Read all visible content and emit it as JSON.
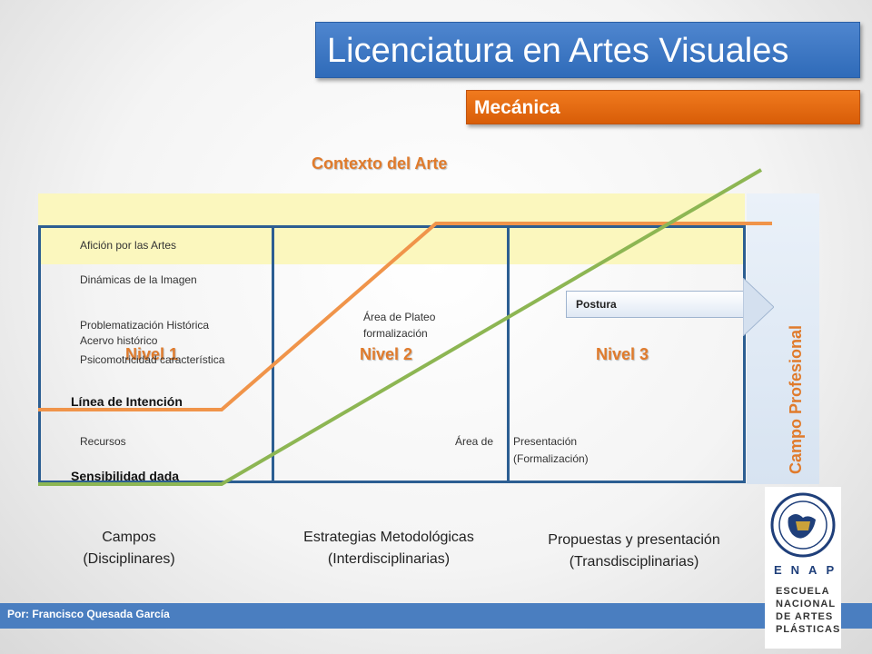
{
  "header": {
    "title": "Licenciatura en Artes Visuales",
    "subtitle": "Mecánica"
  },
  "diagram": {
    "context_title": "Contexto del Arte",
    "side_label": "Campo Profesional",
    "level_labels": [
      "Nivel 1",
      "Nivel 2",
      "Nivel 3"
    ],
    "items_left": [
      "Afición por las Artes",
      "Dinámicas de la Imagen",
      "Problematización Histórica",
      "Acervo histórico",
      "Psicomotricidad característica",
      "Recursos"
    ],
    "line_labels": {
      "intencion": "Línea de Intención",
      "sensibilidad": "Sensibilidad dada"
    },
    "plateo_lines": [
      "Área de Plateo",
      "formalización"
    ],
    "presentacion": {
      "prefix": "Área de",
      "line1": "Presentación",
      "line2": "(Formalización)"
    },
    "postura": "Postura",
    "columns": [
      {
        "line1": "Campos",
        "line2": "(Disciplinares)"
      },
      {
        "line1": "Estrategias Metodológicas",
        "line2": "(Interdisciplinarias)"
      },
      {
        "line1": "Propuestas y presentación",
        "line2": "(Transdisciplinarias)"
      }
    ],
    "colors": {
      "orange_line": "#f0944a",
      "green_line": "#8db653",
      "panel_border": "#2c5e92",
      "accent": "#e07b2c"
    }
  },
  "footer": {
    "author": "Por: Francisco Quesada García"
  },
  "logo": {
    "name": "ENAP",
    "lines": [
      "ESCUELA",
      "NACIONAL",
      "DE ARTES",
      "PLÁSTICAS"
    ]
  }
}
